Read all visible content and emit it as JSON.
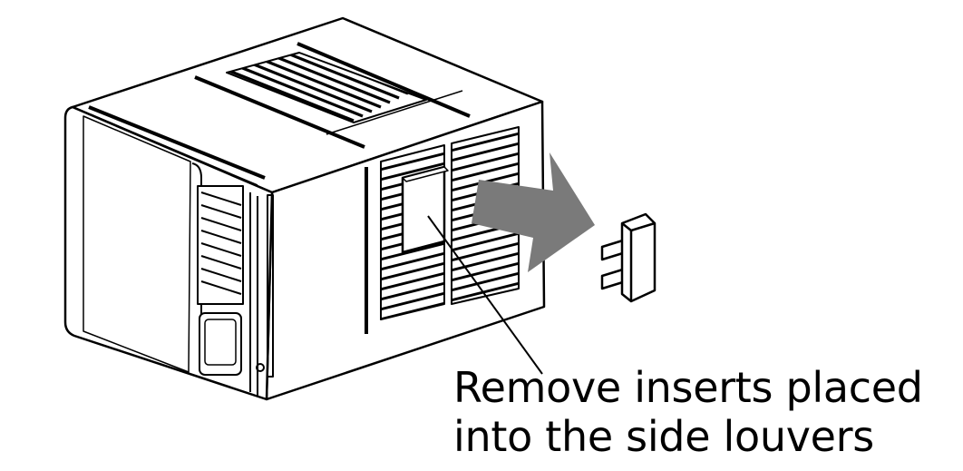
{
  "caption": {
    "line1": "Remove inserts placed",
    "line2": "into the side louvers"
  },
  "colors": {
    "line": "#000000",
    "background": "#ffffff",
    "arrow": "#7a7a7a"
  },
  "icons": [
    "air-conditioner-unit",
    "removal-arrow",
    "louver-insert"
  ]
}
